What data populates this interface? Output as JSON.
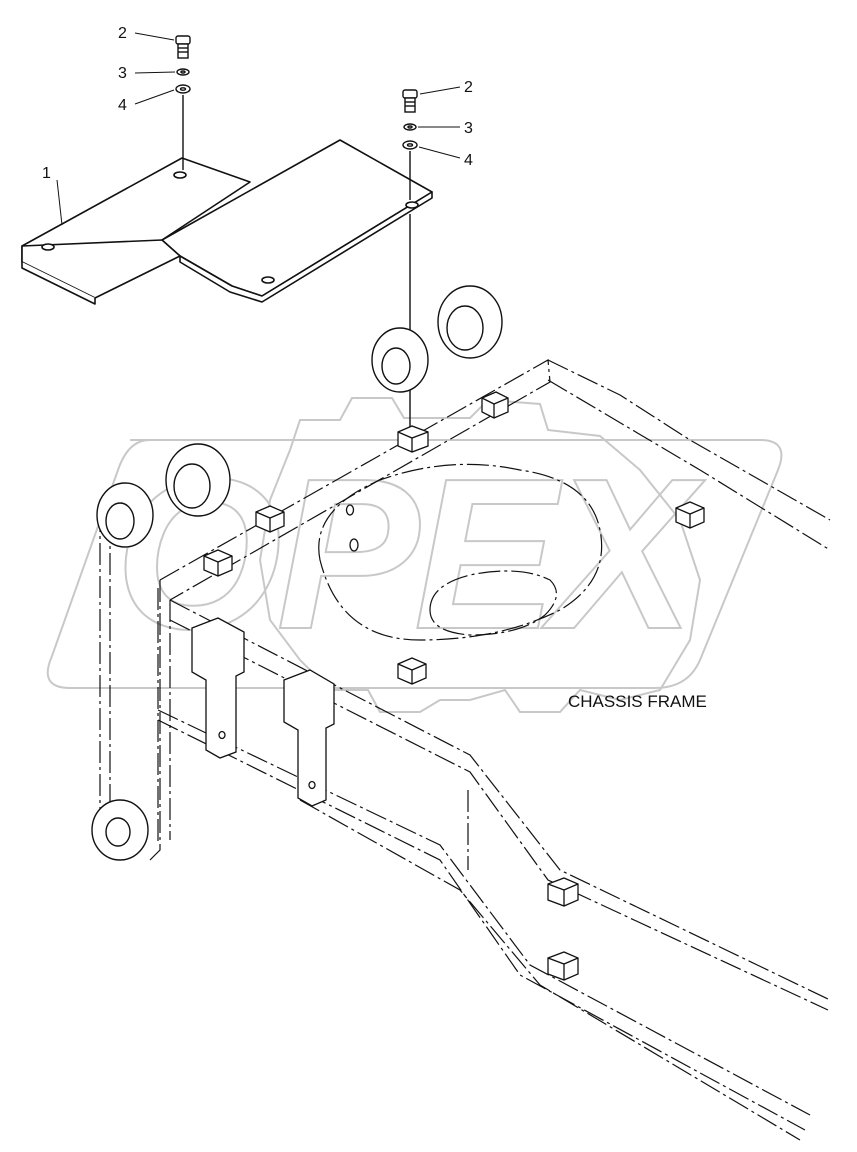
{
  "drawing": {
    "corner_mark": "",
    "watermark_text": "OPEX",
    "frame_label": "CHASSIS FRAME",
    "colors": {
      "line": "#111111",
      "watermark": "#c8c8c8",
      "background": "#ffffff"
    },
    "callouts": [
      {
        "id": "c1",
        "text": "1"
      },
      {
        "id": "c2a",
        "text": "2"
      },
      {
        "id": "c3a",
        "text": "3"
      },
      {
        "id": "c4a",
        "text": "4"
      },
      {
        "id": "c2b",
        "text": "2"
      },
      {
        "id": "c3b",
        "text": "3"
      },
      {
        "id": "c4b",
        "text": "4"
      }
    ]
  }
}
